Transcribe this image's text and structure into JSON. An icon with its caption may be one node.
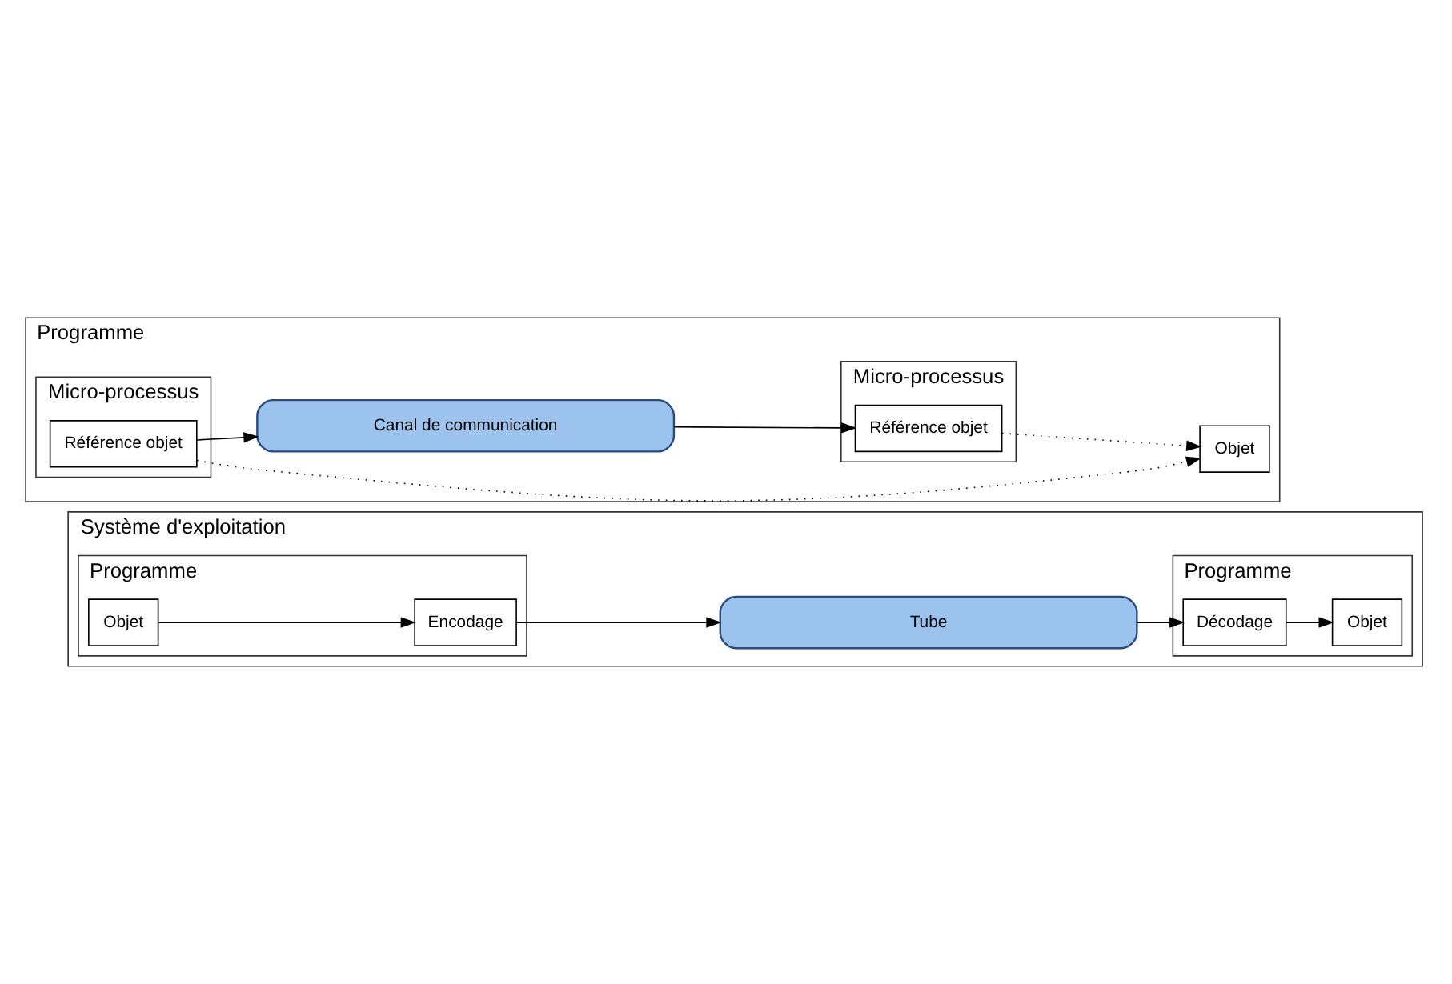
{
  "diagram": {
    "nodes": [
      {
        "text": [
          "Système d'exploitation"
        ]
      },
      {
        "text": [
          "Programme"
        ],
        "in": 0
      },
      {
        "text": [
          "Objet"
        ],
        "in": 1
      },
      {
        "text": [
          "Encodage"
        ],
        "in": 1
      },
      {
        "text": [
          "Tube"
        ],
        "in": 0
      },
      {
        "text": [
          "Programme"
        ],
        "in": 0
      },
      {
        "text": [
          "Objet"
        ],
        "in": 5
      },
      {
        "text": [
          "Décodage"
        ],
        "in": 5
      },
      {
        "text": [
          "Programme"
        ]
      },
      {
        "text": [
          "Micro-processus"
        ],
        "in": 8
      },
      {
        "text": [
          "Référence objet"
        ],
        "in": 9
      },
      {
        "text": [
          "Objet"
        ],
        "in": 8
      },
      {
        "text": [
          "Canal de communication"
        ],
        "in": 8
      },
      {
        "text": [
          "Micro-processus"
        ],
        "in": 8
      },
      {
        "text": [
          "Référence objet"
        ],
        "in": 13
      }
    ],
    "edges": [
      {
        "from": 2,
        "to": 3,
        "arrow": "to"
      },
      {
        "from": 3,
        "to": 4,
        "arrow": "to"
      },
      {
        "from": 4,
        "to": 7,
        "arrow": "to"
      },
      {
        "from": 7,
        "to": 6,
        "arrow": "to"
      },
      {
        "from": 10,
        "to": 11,
        "arrow": "to",
        "style": "dashed"
      },
      {
        "from": 14,
        "to": 11,
        "arrow": "to",
        "style": "dashed"
      },
      {
        "from": 10,
        "to": 12,
        "arrow": "to"
      },
      {
        "from": 12,
        "to": 14,
        "arrow": "to"
      }
    ]
  }
}
